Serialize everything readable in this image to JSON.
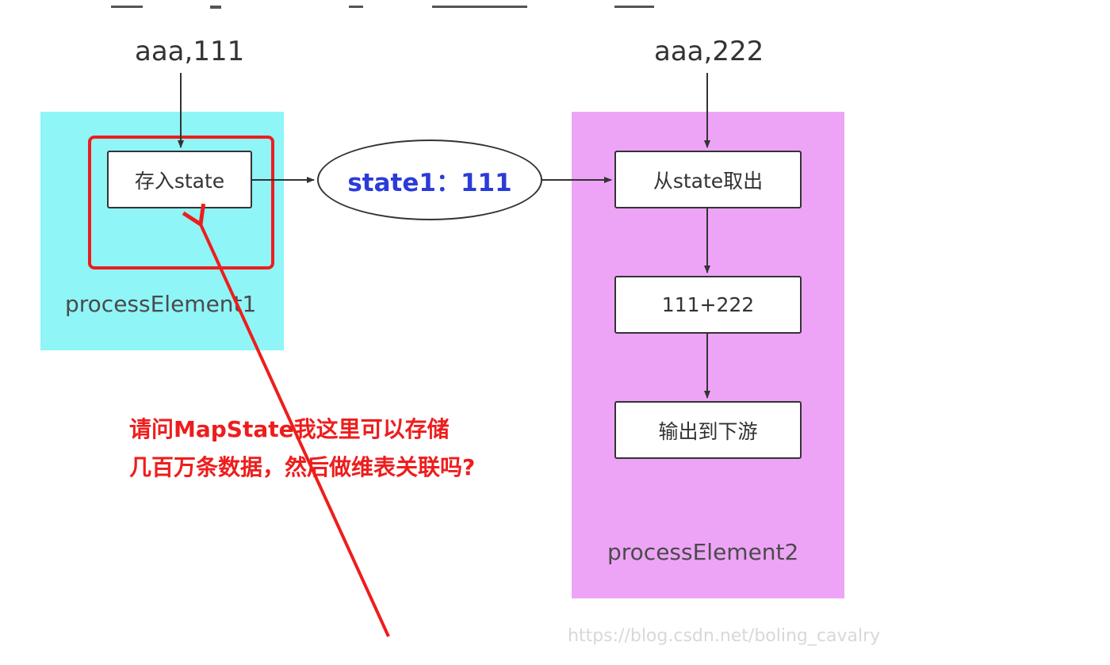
{
  "inputs": {
    "left": "aaa,111",
    "right": "aaa,222"
  },
  "panels": {
    "p1_label": "processElement1",
    "p2_label": "processElement2"
  },
  "nodes": {
    "store": "存入state",
    "state": "state1：111",
    "fetch": "从state取出",
    "sum": "111+222",
    "output": "输出到下游"
  },
  "annotation": {
    "line1": "请问MapState我这里可以存储",
    "line2": "几百万条数据，然后做维表关联吗?"
  },
  "watermark": "https://blog.csdn.net/boling_cavalry",
  "colors": {
    "panel1": "#8ff5f7",
    "panel2": "#eea4f6",
    "annotation": "#ee1d1d",
    "state_text": "#2b3bd8"
  }
}
